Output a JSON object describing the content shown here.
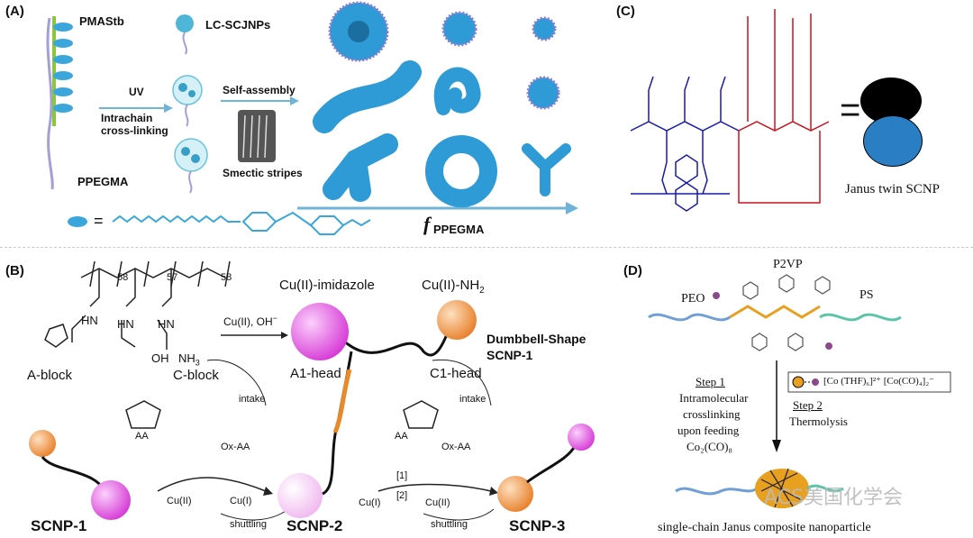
{
  "panel_a": {
    "label": "(A)",
    "pmastb": "PMAStb",
    "ppegma": "PPEGMA",
    "lc_scjnps": "LC-SCJNPs",
    "uv": "UV",
    "intrachain": "Intrachain",
    "cross_linking": "cross-linking",
    "self_assembly": "Self-assembly",
    "smectic": "Smectic stripes",
    "equals": "=",
    "f_symbol": "f",
    "f_sub": "PPEGMA"
  },
  "panel_b": {
    "label": "(B)",
    "sub58a": "58",
    "sub57": "57",
    "sub58b": "58",
    "cu_imid": "Cu(II)-imidazole",
    "cu_nh2": "Cu(II)-NH",
    "cu_nh2_sub": "2",
    "reagent": "Cu(II), OH",
    "reagent_sup": "−",
    "dumbbell_1": "Dumbbell-Shape",
    "dumbbell_2": "SCNP-1",
    "a_block": "A-block",
    "c_block": "C-block",
    "a1_head": "A1-head",
    "c1_head": "C1-head",
    "hn": "HN",
    "oh": "OH",
    "nh3": "NH",
    "nh3_sub": "3",
    "aa1": "AA",
    "oxaa1": "Ox-AA",
    "intake1": "intake",
    "cu2_1": "Cu(II)",
    "cu1_1": "Cu(I)",
    "shuttling1": "shuttling",
    "aa2": "AA",
    "oxaa2": "Ox-AA",
    "intake2": "intake",
    "step1": "[1]",
    "step2": "[2]",
    "cu1_2": "Cu(I)",
    "cu2_2": "Cu(II)",
    "shuttling2": "shuttling",
    "scnp1": "SCNP-1",
    "scnp2": "SCNP-2",
    "scnp3": "SCNP-3"
  },
  "panel_c": {
    "label": "(C)",
    "equals": "=",
    "caption": "Janus twin SCNP"
  },
  "panel_d": {
    "label": "(D)",
    "peo": "PEO",
    "p2vp": "P2VP",
    "ps": "PS",
    "legend": "[Co (THF)₆]²⁺ [Co(CO)₄]₂⁻",
    "step1_title": "Step 1",
    "step1_l1": "Intramolecular",
    "step1_l2": "crosslinking",
    "step1_l3": "upon feeding",
    "step1_l4": "Co₂(CO)₈",
    "step2_title": "Step 2",
    "step2_l1": "Thermolysis",
    "caption": "single-chain Janus composite nanoparticle"
  },
  "watermark": "ACS美国化学会",
  "colors": {
    "magenta": "#d63ad6",
    "orange": "#e88a2a",
    "blue_chain": "#1a1aa8",
    "red_chain": "#c8141e",
    "cyan": "#2a9fd6",
    "arrow": "#6fb3d9"
  }
}
